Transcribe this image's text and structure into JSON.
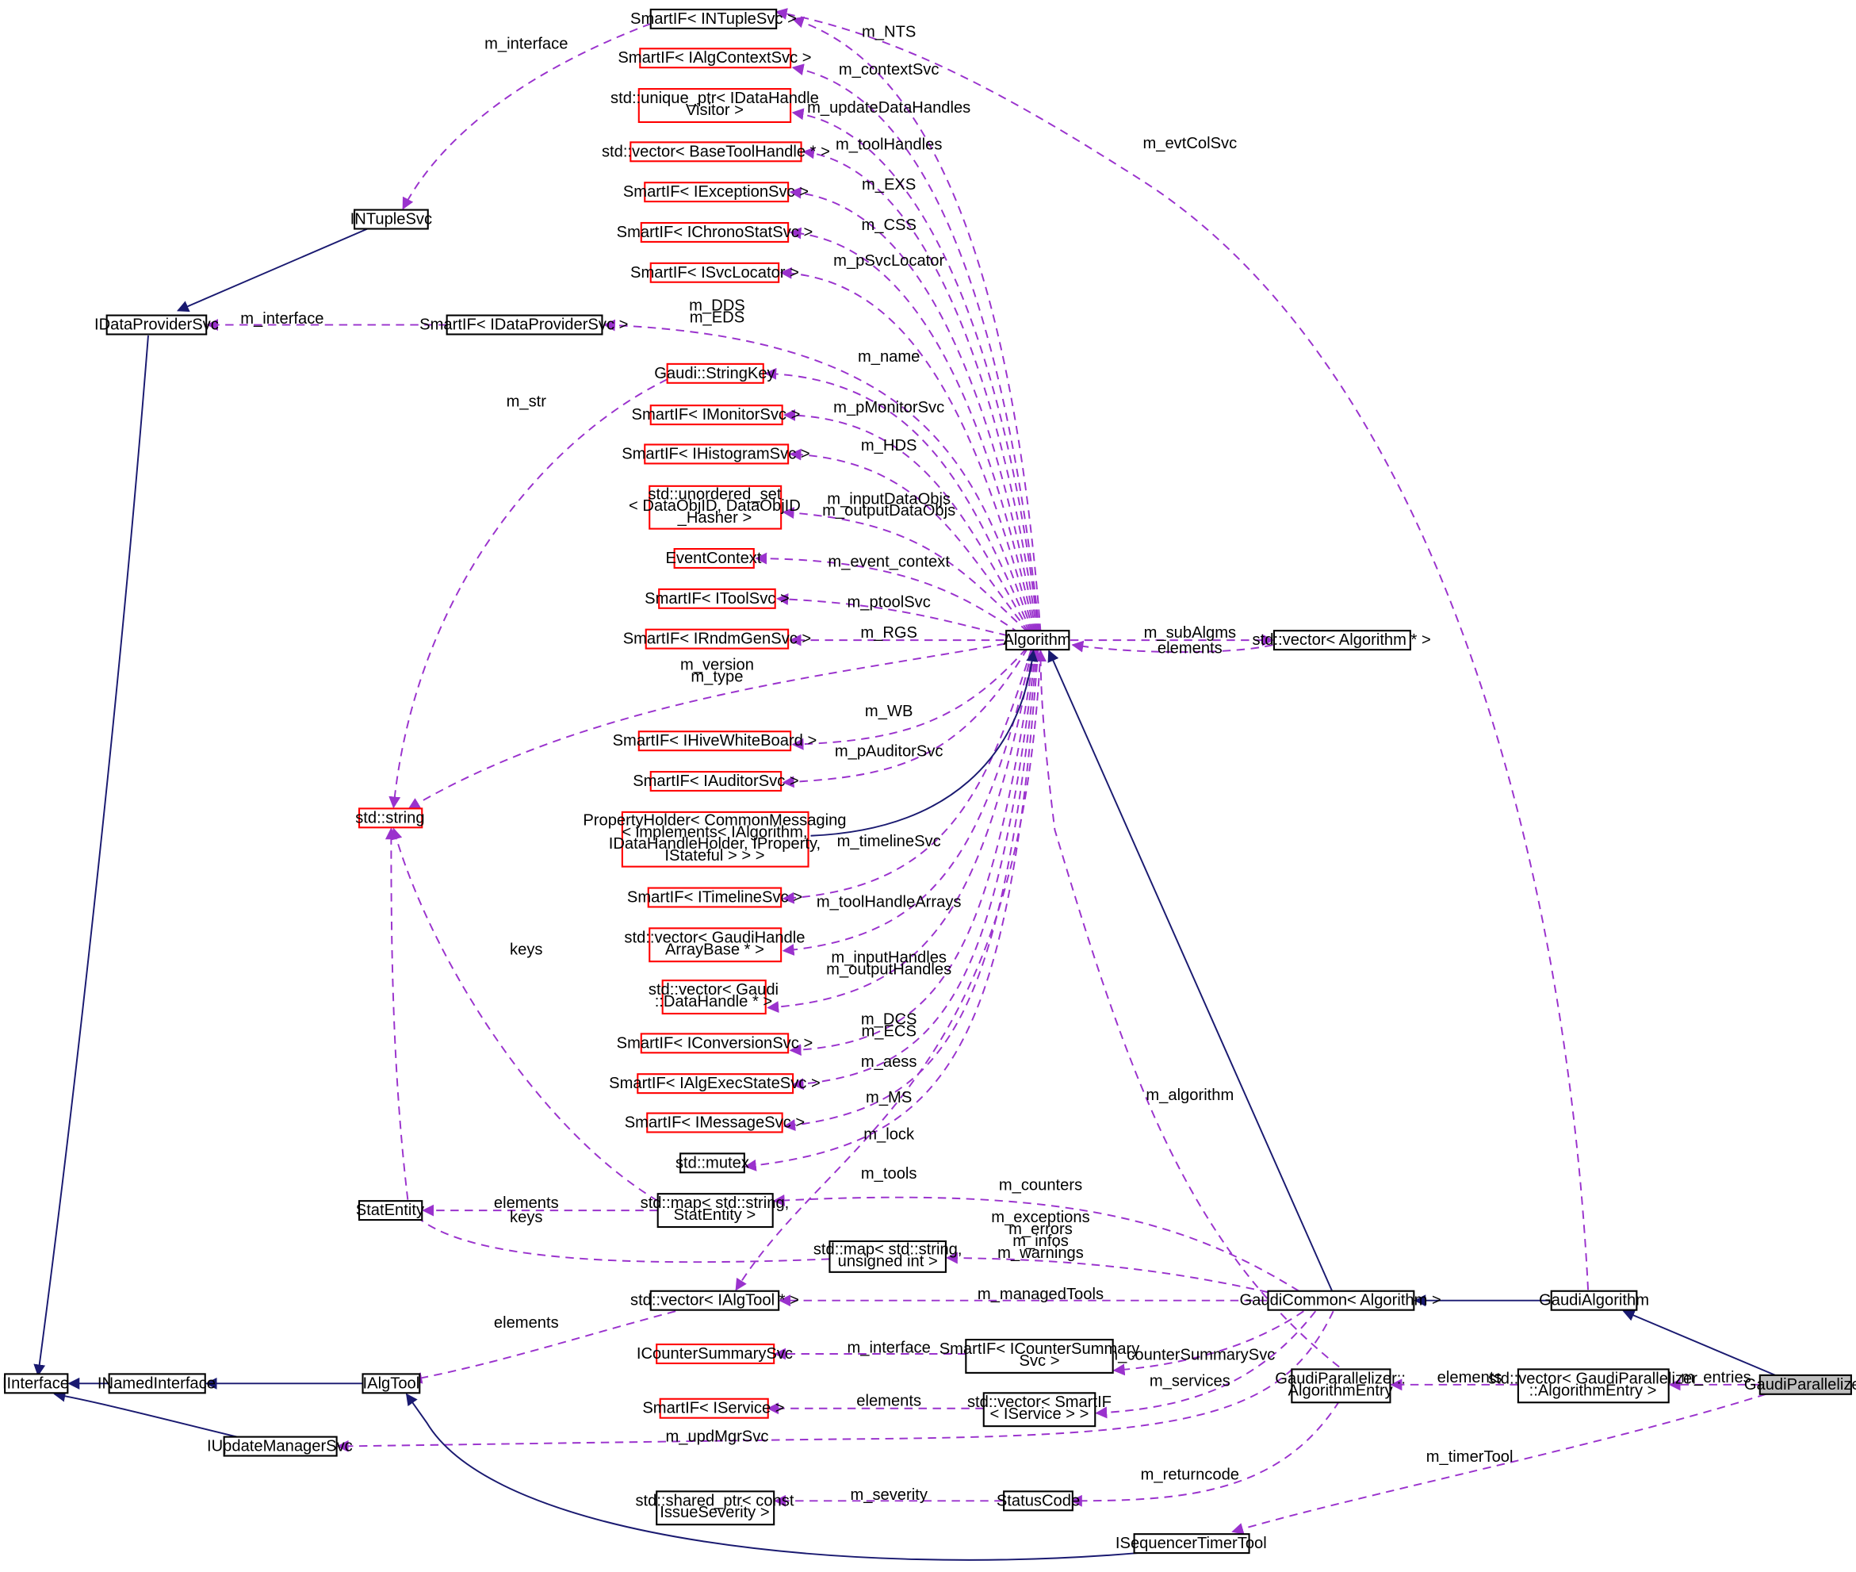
{
  "diagram": {
    "nodes": {
      "ntuplesvc_if": [
        "SmartIF< INTupleSvc >"
      ],
      "algcontext_if": [
        "SmartIF< IAlgContextSvc >"
      ],
      "updatedatahandles": [
        "std::unique_ptr< IDataHandle",
        "Visitor >"
      ],
      "basetoolhandles": [
        "std::vector< BaseToolHandle * >"
      ],
      "exception_if": [
        "SmartIF< IExceptionSvc >"
      ],
      "chrono_if": [
        "SmartIF< IChronoStatSvc >"
      ],
      "svclocator_if": [
        "SmartIF< ISvcLocator >"
      ],
      "dataprovider_if": [
        "SmartIF< IDataProviderSvc >"
      ],
      "stringkey": [
        "Gaudi::StringKey"
      ],
      "monitor_if": [
        "SmartIF< IMonitorSvc >"
      ],
      "histogram_if": [
        "SmartIF< IHistogramSvc >"
      ],
      "unordered_set": [
        "std::unordered_set",
        "< DataObjID, DataObjID",
        "_Hasher >"
      ],
      "eventcontext": [
        "EventContext"
      ],
      "toolsvc_if": [
        "SmartIF< IToolSvc >"
      ],
      "rndm_if": [
        "SmartIF< IRndmGenSvc >"
      ],
      "algorithm": [
        "Algorithm"
      ],
      "vector_algorithm": [
        "std::vector< Algorithm * >"
      ],
      "hivewb_if": [
        "SmartIF< IHiveWhiteBoard >"
      ],
      "auditor_if": [
        "SmartIF< IAuditorSvc >"
      ],
      "propertyholder": [
        "PropertyHolder< CommonMessaging",
        "< implements< IAlgorithm,",
        "IDataHandleHolder, IProperty,",
        "IStateful > > >"
      ],
      "timeline_if": [
        "SmartIF< ITimelineSvc >"
      ],
      "gaudihandlearray": [
        "std::vector< GaudiHandle",
        "ArrayBase * >"
      ],
      "datahandle_vec": [
        "std::vector< Gaudi",
        "::DataHandle * >"
      ],
      "conversion_if": [
        "SmartIF< IConversionSvc >"
      ],
      "algexec_if": [
        "SmartIF< IAlgExecStateSvc >"
      ],
      "message_if": [
        "SmartIF< IMessageSvc >"
      ],
      "mutex": [
        "std::mutex"
      ],
      "map_statentity": [
        "std::map< std::string,",
        "StatEntity >"
      ],
      "statentity": [
        "StatEntity"
      ],
      "map_unsigned": [
        "std::map< std::string,",
        "unsigned int >"
      ],
      "vector_algtool": [
        "std::vector< IAlgTool * >"
      ],
      "gaudicommon": [
        "GaudiCommon< Algorithm >"
      ],
      "gaudialgorithm": [
        "GaudiAlgorithm"
      ],
      "countersummary": [
        "ICounterSummarySvc"
      ],
      "countersummary_if": [
        "SmartIF< ICounterSummary",
        "Svc >"
      ],
      "interface": [
        "IInterface"
      ],
      "namedinterface": [
        "INamedInterface"
      ],
      "algtool": [
        "IAlgTool"
      ],
      "ntuplesvc": [
        "INTupleSvc"
      ],
      "dataprovidersvc": [
        "IDataProviderSvc"
      ],
      "stdstring": [
        "std::string"
      ],
      "service_if": [
        "SmartIF< IService >"
      ],
      "vector_service": [
        "std::vector< SmartIF",
        "< IService > >"
      ],
      "algentry": [
        "GaudiParallelizer::",
        "AlgorithmEntry"
      ],
      "vector_algentry": [
        "std::vector< GaudiParallelizer",
        "::AlgorithmEntry >"
      ],
      "gaudiparallelizer": [
        "GaudiParallelizer"
      ],
      "updatemanager": [
        "IUpdateManagerSvc"
      ],
      "issueseverity": [
        "std::shared_ptr< const",
        "IssueSeverity >"
      ],
      "statuscode": [
        "StatusCode"
      ],
      "sequencertimer": [
        "ISequencerTimerTool"
      ]
    },
    "edge_labels": {
      "m_interface_ntuple": [
        "m_interface"
      ],
      "m_interface_dp": [
        "m_interface"
      ],
      "m_nts": [
        "m_NTS"
      ],
      "m_contextsvc": [
        "m_contextSvc"
      ],
      "m_updatedatahandles": [
        "m_updateDataHandles"
      ],
      "m_toolhandles": [
        "m_toolHandles"
      ],
      "m_exs": [
        "m_EXS"
      ],
      "m_css": [
        "m_CSS"
      ],
      "m_psvclocator": [
        "m_pSvcLocator"
      ],
      "m_dds_eds": [
        "m_DDS",
        "m_EDS"
      ],
      "m_name": [
        "m_name"
      ],
      "m_pmonitorsvc": [
        "m_pMonitorSvc"
      ],
      "m_hds": [
        "m_HDS"
      ],
      "m_dataobjs": [
        "m_inputDataObjs",
        "m_outputDataObjs"
      ],
      "m_event_context": [
        "m_event_context"
      ],
      "m_ptoolsvc": [
        "m_ptoolSvc"
      ],
      "m_rgs": [
        "m_RGS"
      ],
      "m_version_type": [
        "m_version",
        "m_type"
      ],
      "m_wb": [
        "m_WB"
      ],
      "m_pauditorsvc": [
        "m_pAuditorSvc"
      ],
      "m_timelinesvc": [
        "m_timelineSvc"
      ],
      "m_toolhandlearrays": [
        "m_toolHandleArrays"
      ],
      "m_handles": [
        "m_inputHandles",
        "m_outputHandles"
      ],
      "m_dcs_ecs": [
        "m_DCS",
        "m_ECS"
      ],
      "m_aess": [
        "m_aess"
      ],
      "m_ms": [
        "m_MS"
      ],
      "m_lock": [
        "m_lock"
      ],
      "m_tools": [
        "m_tools"
      ],
      "m_subalgms": [
        "m_subAlgms"
      ],
      "elements_algvec": [
        "elements"
      ],
      "m_evtcolsvc": [
        "m_evtColSvc"
      ],
      "m_str": [
        "m_str"
      ],
      "keys_map": [
        "keys"
      ],
      "keys_unsigned": [
        "keys"
      ],
      "elements_stat": [
        "elements"
      ],
      "m_counters": [
        "m_counters"
      ],
      "m_counts": [
        "m_exceptions",
        "m_errors",
        "m_infos",
        "m_warnings"
      ],
      "m_algorithm": [
        "m_algorithm"
      ],
      "m_managedtools": [
        "m_managedTools"
      ],
      "elements_algtool": [
        "elements"
      ],
      "m_interface_cs": [
        "m_interface"
      ],
      "m_countersummarysvc": [
        "m_counterSummarySvc"
      ],
      "elements_service": [
        "elements"
      ],
      "m_services": [
        "m_services"
      ],
      "m_updmgrsvc": [
        "m_updMgrSvc"
      ],
      "elements_algentry": [
        "elements"
      ],
      "m_entries": [
        "m_entries"
      ],
      "m_timertool": [
        "m_timerTool"
      ],
      "m_returncode": [
        "m_returncode"
      ],
      "m_severity": [
        "m_severity"
      ]
    },
    "colors": {
      "inheritance": "#191970",
      "member": "#9a32cd",
      "box_border": "#000000",
      "incomplete_box_border": "#ff0000",
      "highlight_fill": "#bfbfbf"
    }
  }
}
